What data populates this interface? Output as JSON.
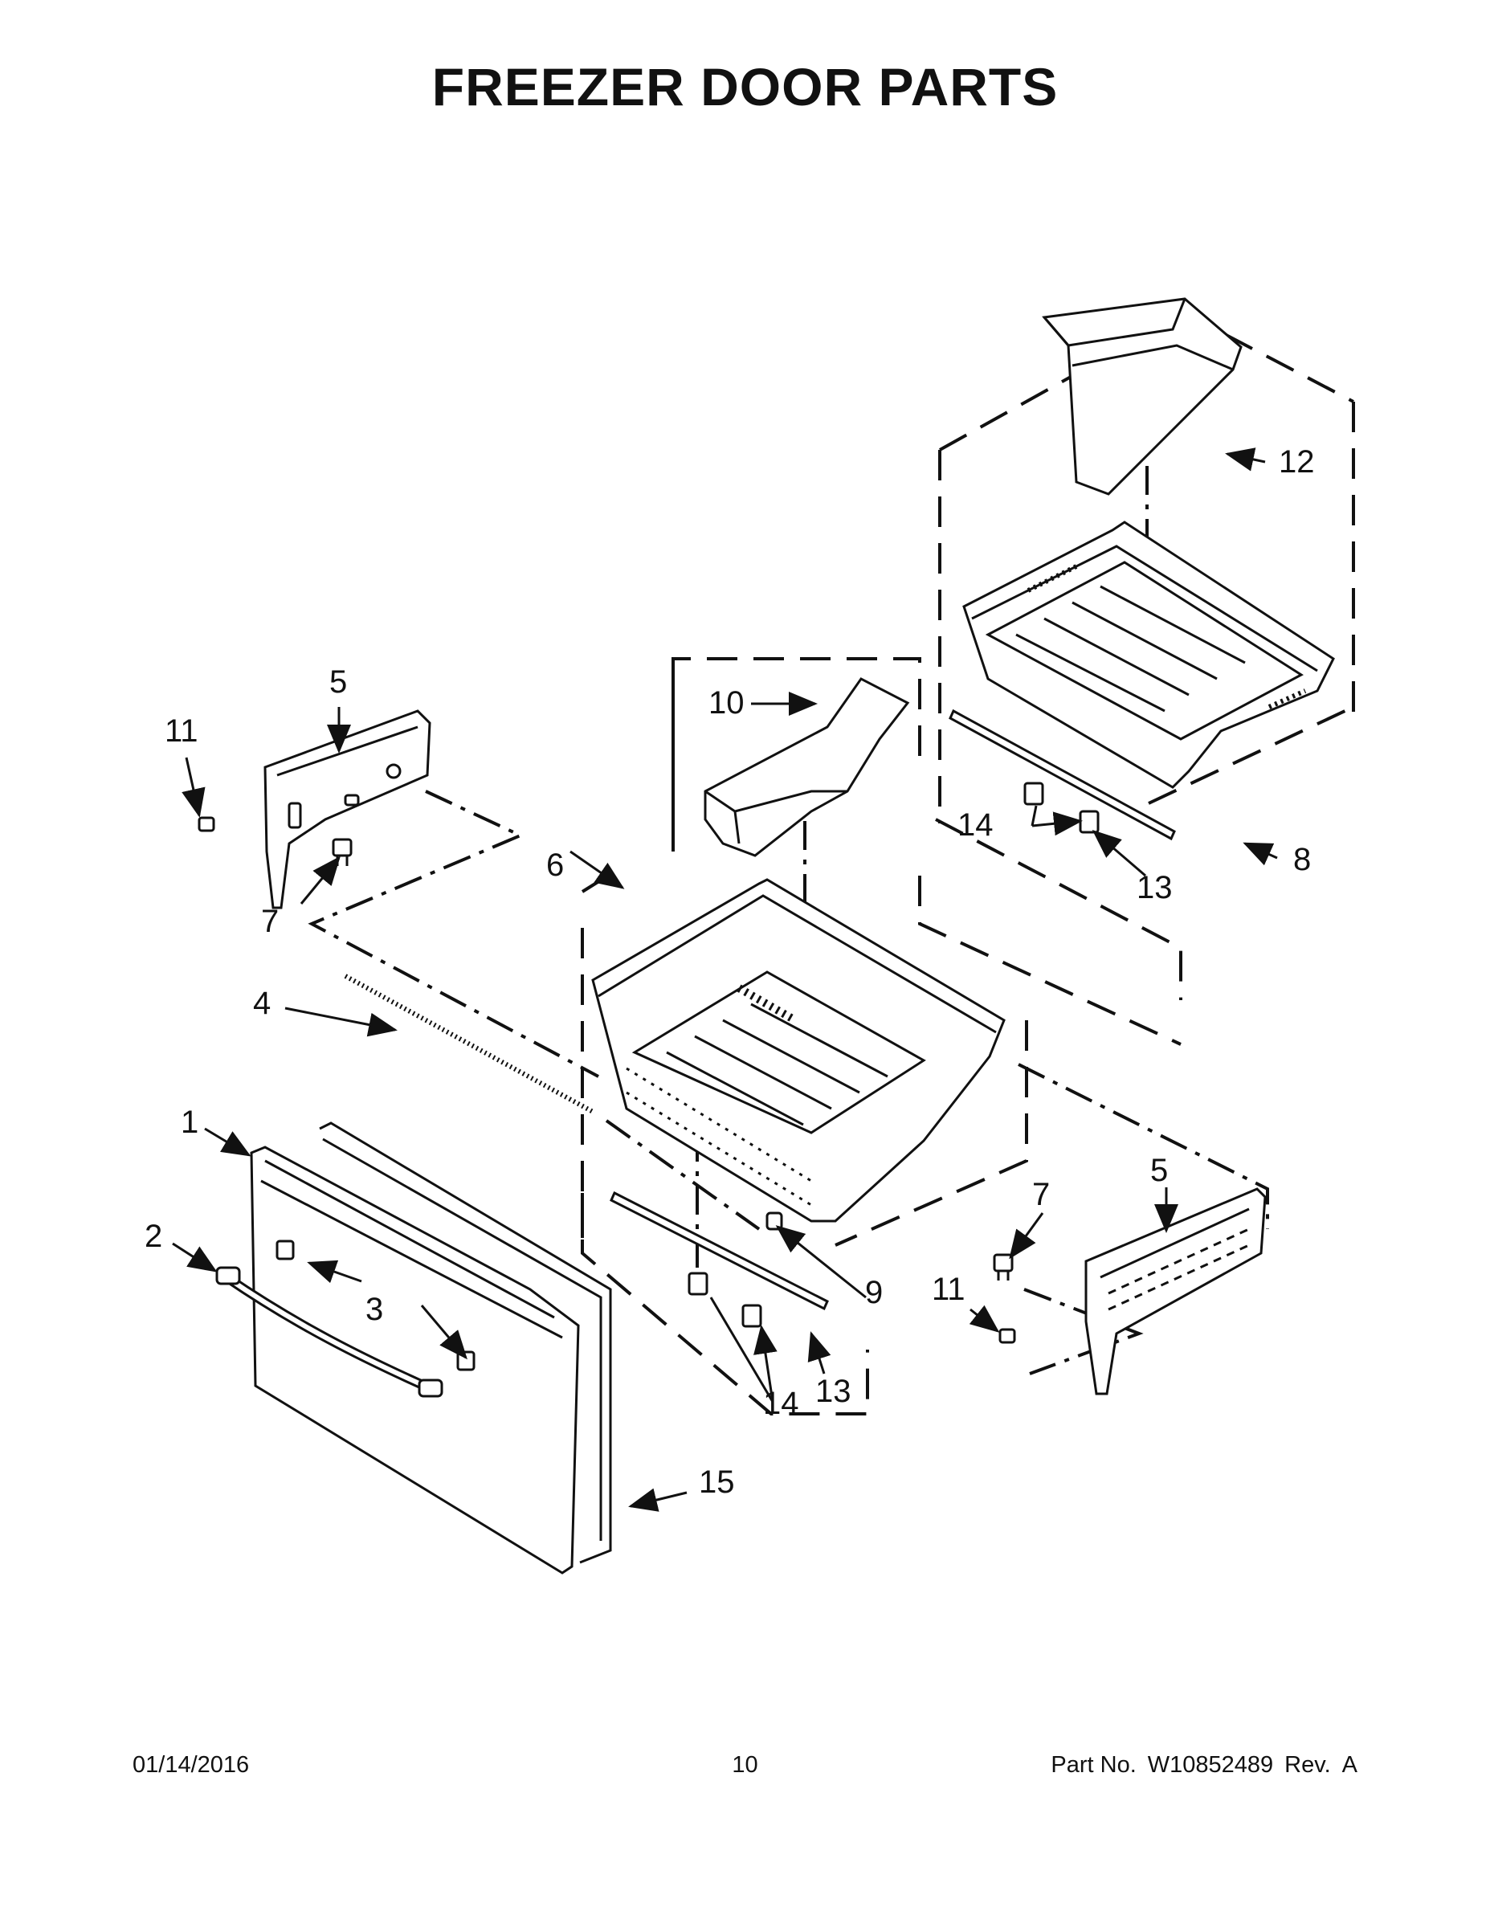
{
  "title": "FREEZER DOOR PARTS",
  "callouts": [
    "1",
    "2",
    "3",
    "4",
    "5",
    "5",
    "6",
    "7",
    "7",
    "8",
    "9",
    "10",
    "11",
    "11",
    "12",
    "13",
    "13",
    "14",
    "14",
    "15"
  ],
  "footer": {
    "date": "01/14/2016",
    "page": "10",
    "part_label": "Part No.",
    "part_number": "W10852489",
    "rev_label": "Rev.",
    "rev": "A"
  }
}
